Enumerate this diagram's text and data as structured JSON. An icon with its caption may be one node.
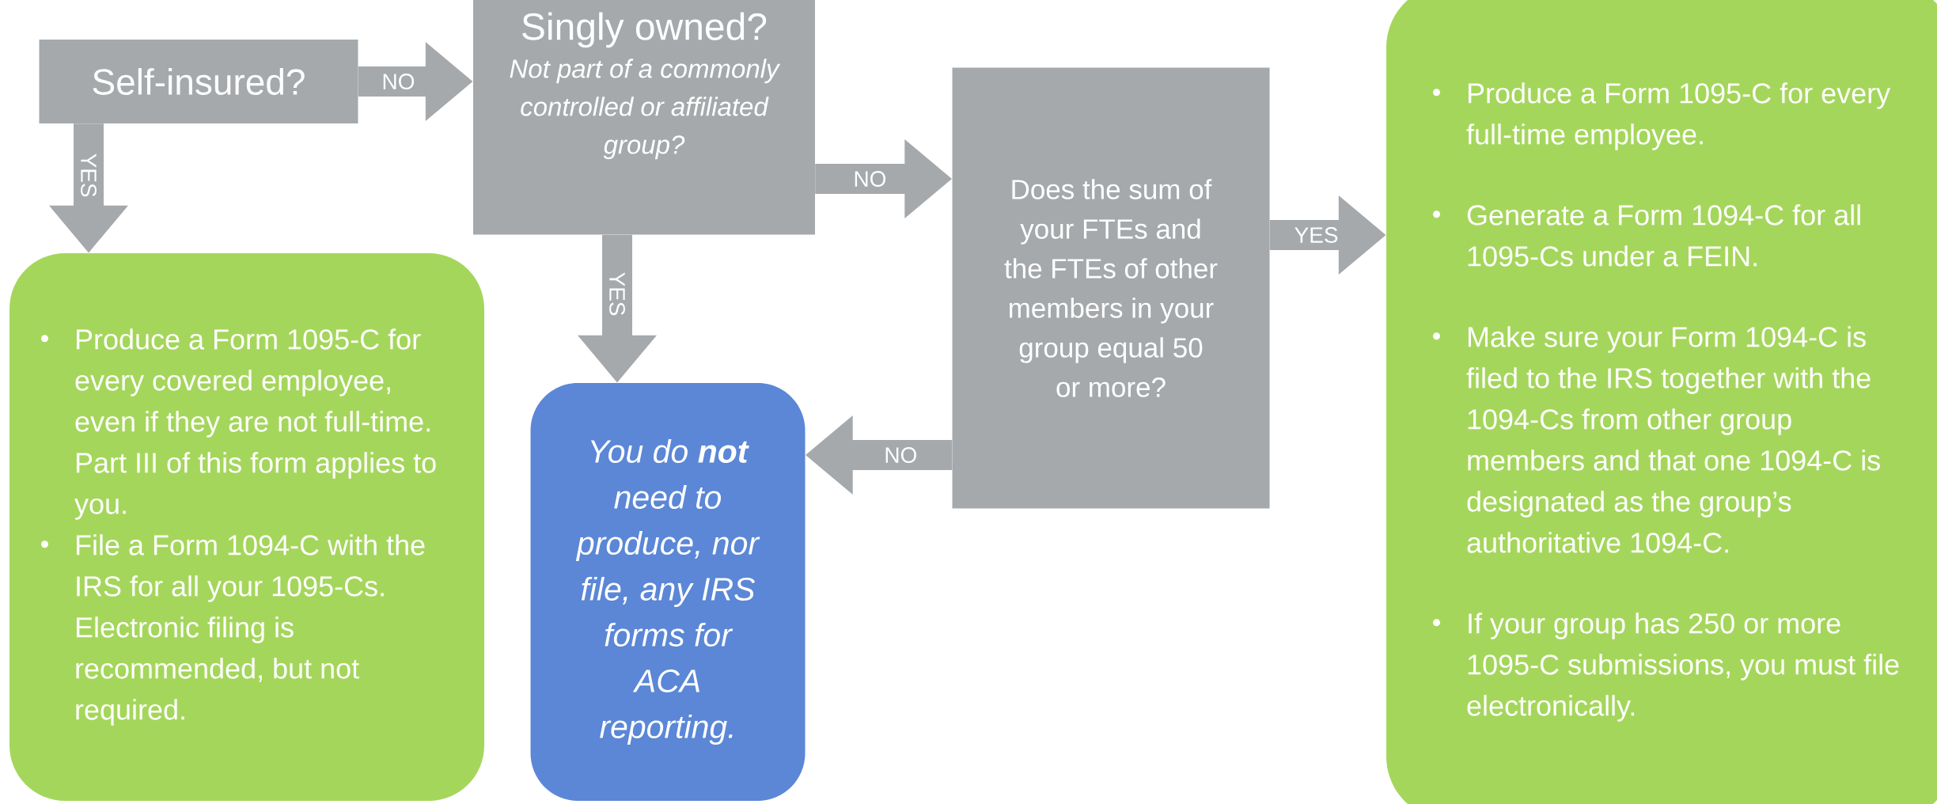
{
  "diagram": {
    "nodes": [
      {
        "text": [
          "Self-insured?"
        ]
      },
      {
        "text": [
          "Singly owned?",
          "Not part of a commonly controlled or affiliated group?"
        ]
      },
      {
        "text": [
          "Does the sum of your FTEs and the FTEs of other members in your group equal 50 or more?"
        ]
      },
      {
        "text": [
          "Produce a Form 1095-C for every full-time employee.",
          "Generate a Form 1094-C for all 1095-Cs under a FEIN.",
          "Make sure your Form 1094-C is filed to the IRS together with the 1094-Cs from other group members and that one 1094-C is designated as the group’s authoritative 1094-C.",
          "If your group has 250 or more 1095-C submissions, you must file electronically."
        ]
      },
      {
        "text": [
          "Produce a Form 1095-C for every covered employee, even if they are not full-time. Part III of this form applies to you.",
          "File a Form 1094-C with the IRS for all your 1095-Cs. Electronic filing is recommended, but not required."
        ]
      },
      {
        "text": [
          "You do **not** need to produce, nor file, any IRS forms for ACA reporting."
        ]
      }
    ],
    "edges": [
      {
        "from": 0,
        "to": 1,
        "arrow": "to",
        "label": "NO"
      },
      {
        "from": 0,
        "to": 4,
        "arrow": "to",
        "label": "YES"
      },
      {
        "from": 1,
        "to": 2,
        "arrow": "to",
        "label": "NO"
      },
      {
        "from": 1,
        "to": 5,
        "arrow": "to",
        "label": "YES"
      },
      {
        "from": 2,
        "to": 3,
        "arrow": "to",
        "label": "YES"
      },
      {
        "from": 2,
        "to": 5,
        "arrow": "to",
        "label": "NO"
      }
    ]
  }
}
